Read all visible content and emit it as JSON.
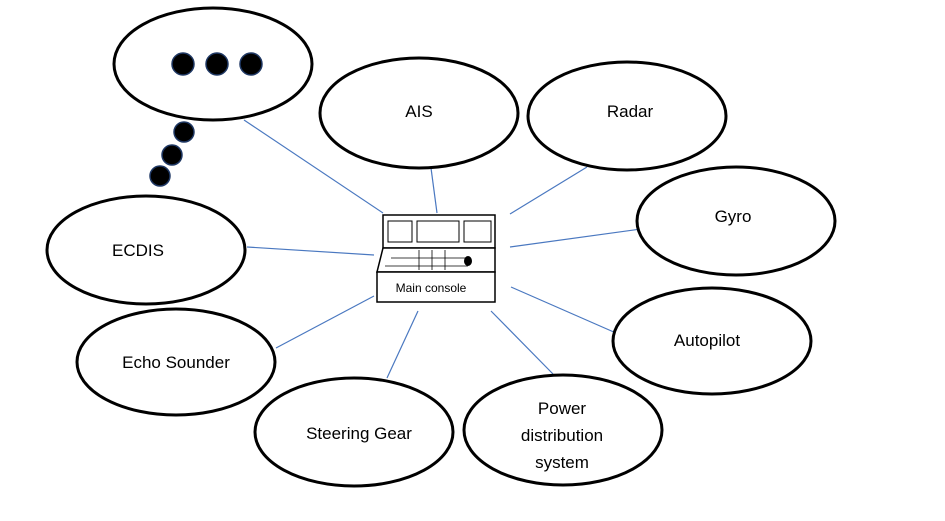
{
  "diagram": {
    "center": {
      "label": "Main console"
    },
    "nodes": [
      {
        "id": "ais",
        "lines": [
          "AIS"
        ]
      },
      {
        "id": "radar",
        "lines": [
          "Radar"
        ]
      },
      {
        "id": "gyro",
        "lines": [
          "Gyro"
        ]
      },
      {
        "id": "autopilot",
        "lines": [
          "Autopilot"
        ]
      },
      {
        "id": "power-distribution-system",
        "lines": [
          "Power",
          "distribution",
          "system"
        ]
      },
      {
        "id": "steering-gear",
        "lines": [
          "Steering Gear"
        ]
      },
      {
        "id": "echo-sounder",
        "lines": [
          "Echo Sounder"
        ]
      },
      {
        "id": "ecdis",
        "lines": [
          "ECDIS"
        ]
      },
      {
        "id": "more",
        "lines": []
      }
    ],
    "colors": {
      "connector": "#4a78c0",
      "outline": "#000000",
      "ellipsis_fill": "#000000",
      "ellipsis_stroke": "#1f3864"
    }
  }
}
